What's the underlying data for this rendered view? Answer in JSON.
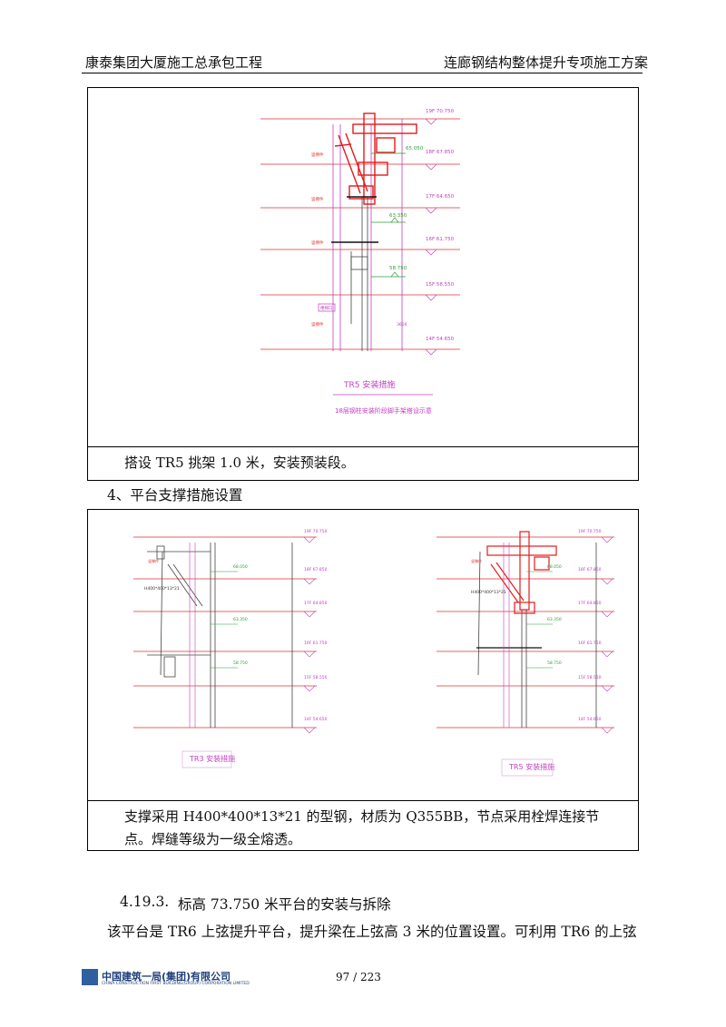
{
  "header": {
    "left": "康泰集团大厦施工总承包工程",
    "right": "连廊钢结构整体提升专项施工方案"
  },
  "figure1": {
    "levels": [
      "19F 70.750",
      "18F 67.850",
      "17F 64.650",
      "16F 61.750",
      "15F 58.550",
      "14F 54.650"
    ],
    "elev_marks": [
      "65.050",
      "63.350",
      "58.750"
    ],
    "side_labels": [
      "竖撑件",
      "竖撑件",
      "竖撑件",
      "竖撑件"
    ],
    "box_label": "楼梯口",
    "vertical_dim": "3600",
    "title": "TR5 安装措施",
    "subtitle": "18层钢柱安装阶段脚手架搭设示意",
    "caption": "搭设 TR5 挑架 1.0 米，安装预装段。"
  },
  "section_heading": "4、平台支撑措施设置",
  "figure2": {
    "levels": [
      "19F 70.750",
      "18F 67.850",
      "17F 64.850",
      "16F 61.750",
      "15F 58.550",
      "14F 54.650"
    ],
    "elev_marks": [
      "68.050",
      "63.350",
      "58.750"
    ],
    "member_label": "H400*400*13*21",
    "side_label": "竖撑件",
    "left_title": "TR3 安装措施",
    "right_title": "TR5 安装措施",
    "caption": "支撑采用 H400*400*13*21 的型钢，材质为 Q355BB，节点采用栓焊连接节点。焊缝等级为一级全熔透。"
  },
  "section_4193": {
    "number": "4.19.3.",
    "title": "标高 73.750 米平台的安装与拆除"
  },
  "paragraph": "该平台是 TR6 上弦提升平台，提升梁在上弦高 3 米的位置设置。可利用 TR6 的上弦",
  "footer": {
    "company": "中国建筑一局(集团)有限公司",
    "company_en": "CHINA CONSTRUCTION FIRST BUILDING(GROUP) CORPORATION LIMITED",
    "page": "97 / 223"
  }
}
